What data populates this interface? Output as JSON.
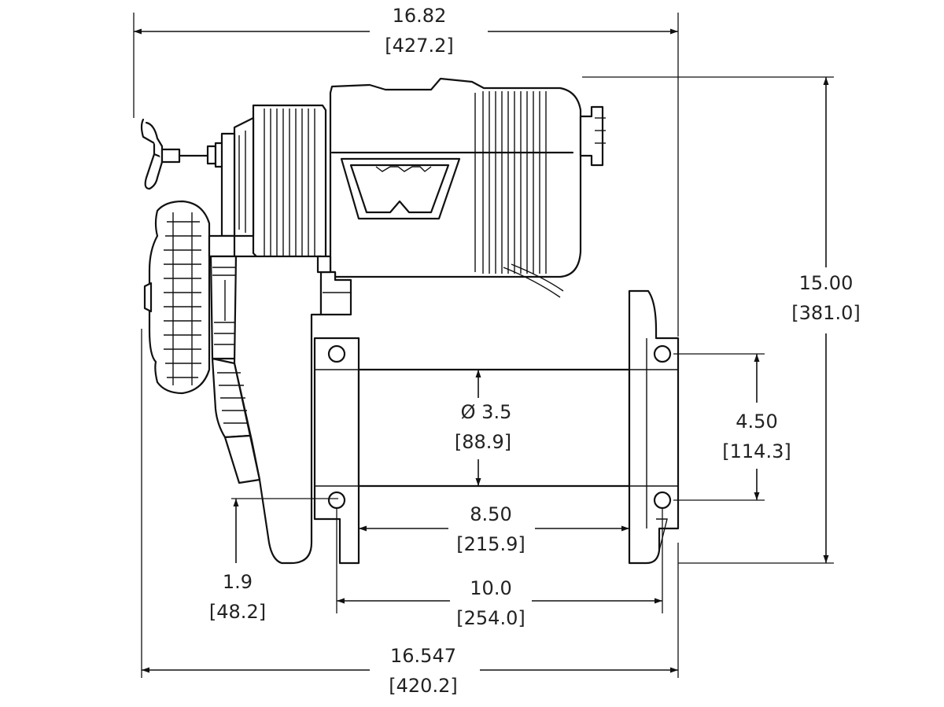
{
  "dimensions": {
    "overall_length": {
      "in": "16.82",
      "mm": "[427.2]"
    },
    "height": {
      "in": "15.00",
      "mm": "[381.0]"
    },
    "drum_diameter": {
      "in": "Ø 3.5",
      "mm": "[88.9]"
    },
    "bolt_spacing_vertical": {
      "in": "4.50",
      "mm": "[114.3]"
    },
    "drum_length": {
      "in": "8.50",
      "mm": "[215.9]"
    },
    "bolt_spacing_horizontal": {
      "in": "10.0",
      "mm": "[254.0]"
    },
    "foot_height": {
      "in": "1.9",
      "mm": "[48.2]"
    },
    "base_length": {
      "in": "16.547",
      "mm": "[420.2]"
    }
  },
  "colors": {
    "line": "#111111",
    "background": "#ffffff"
  },
  "icons": {
    "logo": "w-logo-icon"
  }
}
